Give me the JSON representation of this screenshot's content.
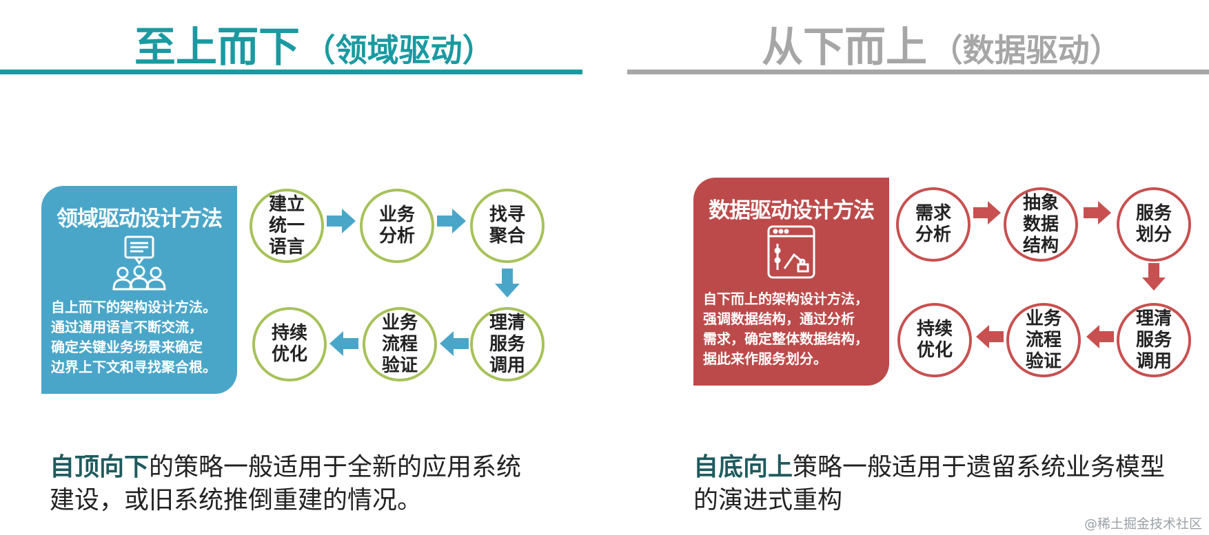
{
  "left": {
    "title_main": "至上而下",
    "title_sub": "（领域驱动）",
    "panel_title": "领域驱动设计方法",
    "panel_desc": "自上而下的架构设计方法。\n通过通用语言不断交流，\n确定关键业务场景来确定\n边界上下文和寻找聚合根。",
    "steps": [
      "建立\n统一\n语言",
      "业务\n分析",
      "找寻\n聚合",
      "理清\n服务\n调用",
      "业务\n流程\n验证",
      "持续\n优化"
    ],
    "caption_bold": "自顶向下",
    "caption_rest": "的策略一般适用于全新的应用系统建设，或旧系统推倒重建的情况。",
    "accent_color": "#1a9aa0",
    "panel_color": "#4aa6c9",
    "circle_color": "#a6c25a"
  },
  "right": {
    "title_main": "从下而上",
    "title_sub": "（数据驱动）",
    "panel_title": "数据驱动设计方法",
    "panel_desc": "自下而上的架构设计方法，\n强调数据结构，通过分析\n需求，确定整体数据结构，\n据此来作服务划分。",
    "steps": [
      "需求\n分析",
      "抽象\n数据\n结构",
      "服务\n划分",
      "理清\n服务\n调用",
      "业务\n流程\n验证",
      "持续\n优化"
    ],
    "caption_bold": "自底向上",
    "caption_rest": "策略一般适用于遗留系统业务模型的演进式重构",
    "accent_color": "#a6a6a6",
    "panel_color": "#bd4a4a",
    "circle_color": "#c85050"
  },
  "icons": {
    "left_panel_icon": "team-chat-icon",
    "right_panel_icon": "data-chart-window-icon",
    "arrow": "arrow-icon"
  },
  "watermark": "@稀土掘金技术社区"
}
